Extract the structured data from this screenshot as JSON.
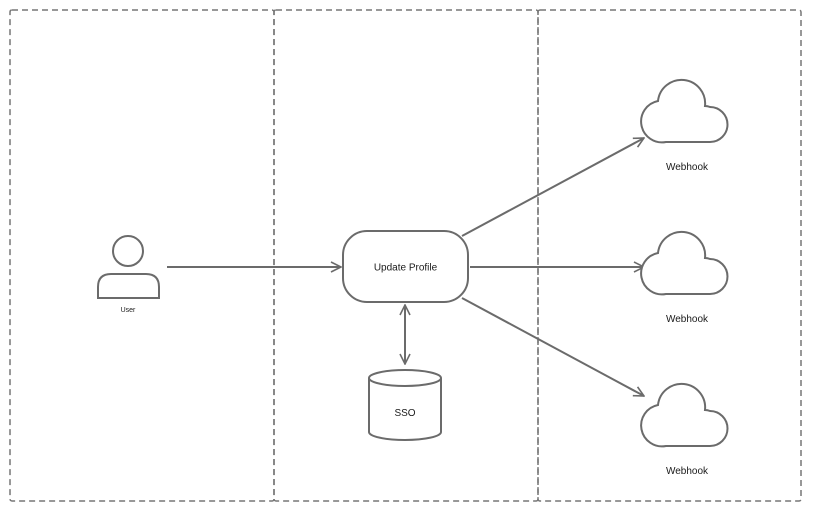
{
  "colors": {
    "stroke": "#6b6b6b",
    "lane_border": "#777777",
    "text": "#1a1a1a",
    "background": "#ffffff"
  },
  "nodes": {
    "user": {
      "label": "User",
      "icon": "user-icon"
    },
    "update_profile": {
      "label": "Update Profile",
      "shape": "rounded-rectangle"
    },
    "sso": {
      "label": "SSO",
      "icon": "database-icon"
    },
    "webhook_1": {
      "label": "Webhook",
      "icon": "cloud-icon"
    },
    "webhook_2": {
      "label": "Webhook",
      "icon": "cloud-icon"
    },
    "webhook_3": {
      "label": "Webhook",
      "icon": "cloud-icon"
    }
  },
  "edges": [
    {
      "from": "user",
      "to": "update_profile",
      "direction": "forward"
    },
    {
      "from": "update_profile",
      "to": "sso",
      "direction": "both"
    },
    {
      "from": "update_profile",
      "to": "webhook_1",
      "direction": "forward"
    },
    {
      "from": "update_profile",
      "to": "webhook_2",
      "direction": "forward"
    },
    {
      "from": "update_profile",
      "to": "webhook_3",
      "direction": "forward"
    }
  ]
}
